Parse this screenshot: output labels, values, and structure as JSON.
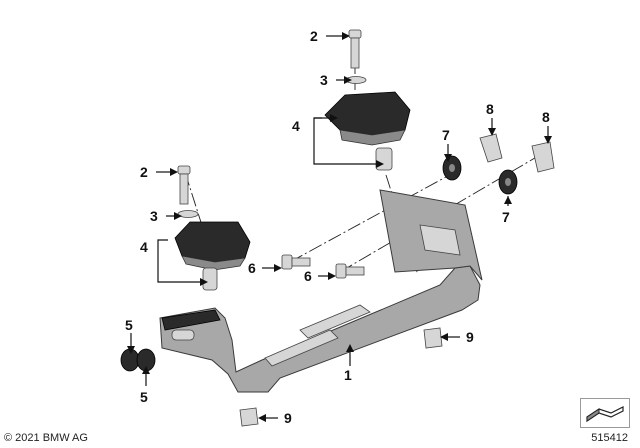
{
  "callouts": {
    "c1": "1",
    "c2_top": "2",
    "c2_left": "2",
    "c3_top": "3",
    "c3_left": "3",
    "c4_top": "4",
    "c4_left": "4",
    "c5_top": "5",
    "c5_bottom": "5",
    "c6_a": "6",
    "c6_b": "6",
    "c7_top": "7",
    "c7_bottom": "7",
    "c8_a": "8",
    "c8_b": "8",
    "c9_mid": "9",
    "c9_bottom": "9"
  },
  "footer": {
    "copyright": "© 2021 BMW AG",
    "doc_number": "515412"
  },
  "icons": {
    "nav": "diagram-navigation-icon"
  }
}
